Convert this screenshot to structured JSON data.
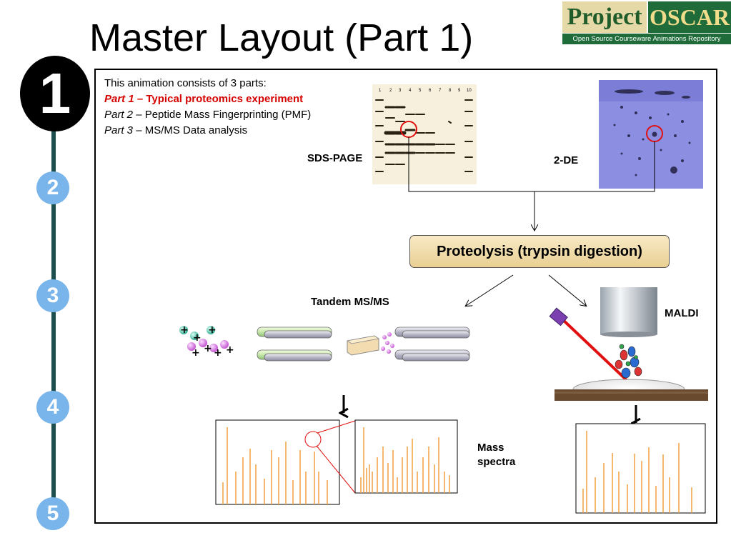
{
  "title": "Master Layout (Part 1)",
  "logo": {
    "word1": "Project",
    "word2": "OSCAR",
    "subtitle": "Open Source Courseware Animations Repository"
  },
  "steps": [
    "1",
    "2",
    "3",
    "4",
    "5"
  ],
  "intro": {
    "line1": "This animation consists of 3 parts:",
    "part1_label": "Part 1",
    "part1_text": " – Typical proteomics experiment",
    "part2_label": "Part 2",
    "part2_text": " – Peptide Mass Fingerprinting (PMF)",
    "part3_label": "Part 3",
    "part3_text": " – MS/MS Data analysis"
  },
  "labels": {
    "sds_page": "SDS-PAGE",
    "two_de": "2-DE",
    "proteolysis": "Proteolysis (trypsin digestion)",
    "tandem": "Tandem MS/MS",
    "maldi": "MALDI",
    "mass": "Mass",
    "spectra": "spectra"
  },
  "gel_lane_numbers": [
    "1",
    "2",
    "3",
    "4",
    "5",
    "6",
    "7",
    "8",
    "9",
    "10"
  ],
  "colors": {
    "step_active": "#000000",
    "step_inactive": "#79b4ea",
    "rail": "#1e4f4f",
    "highlight": "#d50000",
    "spectrum_peak": "#f0a040",
    "gel_2de": "#8888e0"
  }
}
